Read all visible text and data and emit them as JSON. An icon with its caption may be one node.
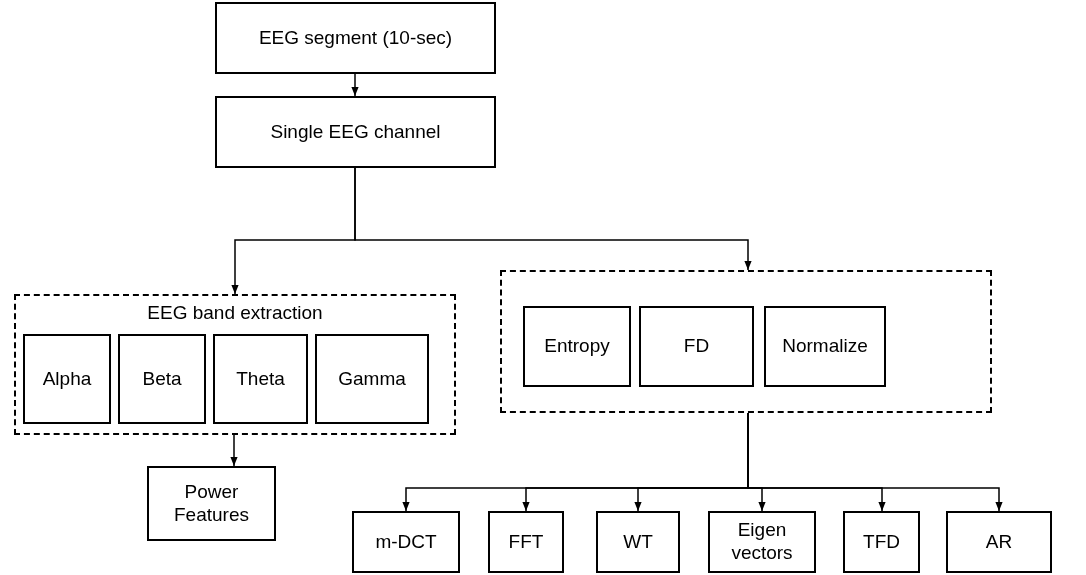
{
  "diagram": {
    "nodes": [
      {
        "text": [
          "EEG segment (10-sec)"
        ]
      },
      {
        "text": [
          "Single EEG channel"
        ]
      },
      {
        "text": [
          "EEG band extraction"
        ]
      },
      {
        "text": [
          "Alpha"
        ],
        "in": 2
      },
      {
        "text": [
          "Beta"
        ],
        "in": 2
      },
      {
        "text": [
          "Theta"
        ],
        "in": 2
      },
      {
        "text": [
          "Gamma"
        ],
        "in": 2
      },
      {
        "text": [],
        "shape": "box"
      },
      {
        "text": [
          "Entropy"
        ],
        "in": 7
      },
      {
        "text": [
          "FD"
        ],
        "in": 7
      },
      {
        "text": [
          "Normalize"
        ],
        "in": 7
      },
      {
        "text": [
          "Power Features"
        ]
      },
      {
        "text": [
          "m-DCT"
        ]
      },
      {
        "text": [
          "FFT"
        ]
      },
      {
        "text": [
          "WT"
        ]
      },
      {
        "text": [
          "Eigen vectors"
        ]
      },
      {
        "text": [
          "TFD"
        ]
      },
      {
        "text": [
          "AR"
        ]
      }
    ],
    "edges": [
      {
        "from": 0,
        "to": 1,
        "arrow": "to"
      },
      {
        "from": 1,
        "to": 2,
        "arrow": "to"
      },
      {
        "from": 1,
        "to": 7,
        "arrow": "to"
      },
      {
        "from": 2,
        "to": 11,
        "arrow": "to"
      },
      {
        "from": 7,
        "to": 12,
        "arrow": "to"
      },
      {
        "from": 7,
        "to": 13,
        "arrow": "to"
      },
      {
        "from": 7,
        "to": 14,
        "arrow": "to"
      },
      {
        "from": 7,
        "to": 15,
        "arrow": "to"
      },
      {
        "from": 7,
        "to": 16,
        "arrow": "to"
      },
      {
        "from": 7,
        "to": 17,
        "arrow": "to"
      }
    ]
  }
}
